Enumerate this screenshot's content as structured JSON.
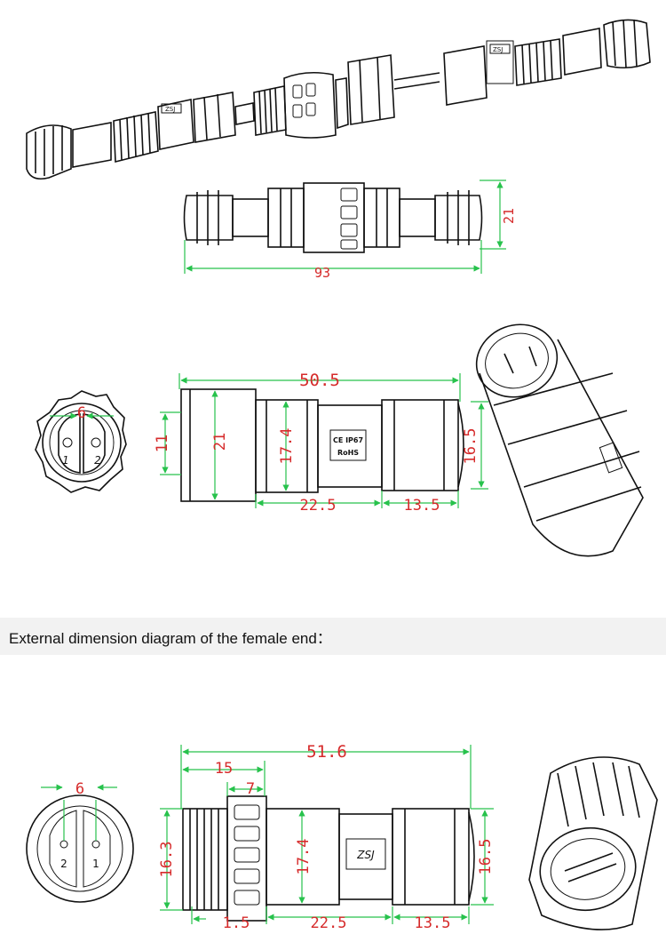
{
  "colors": {
    "dimension_line": "#27c24c",
    "dimension_text": "#d62b2b",
    "outline": "#111111"
  },
  "assembly": {
    "length": "93",
    "height": "21"
  },
  "male": {
    "pin_spacing": "6",
    "pin_labels": [
      "1",
      "2"
    ],
    "total_length": "50.5",
    "face_small": "11",
    "face_large": "21",
    "body_diameter": "17.4",
    "nut_diameter": "16.5",
    "body_length": "22.5",
    "nut_length": "13.5",
    "marking_line1": "CE IP67",
    "marking_line2": "RoHS"
  },
  "caption": "External dimension diagram of the female end：",
  "female": {
    "pin_spacing": "6",
    "pin_labels": [
      "2",
      "1"
    ],
    "total_length": "51.6",
    "thread_length": "15",
    "ring_width": "7",
    "thread_diameter": "16.3",
    "body_diameter": "17.4",
    "nut_diameter": "16.5",
    "flange": "1.5",
    "body_length": "22.5",
    "nut_length": "13.5",
    "logo": "ZSJ"
  }
}
